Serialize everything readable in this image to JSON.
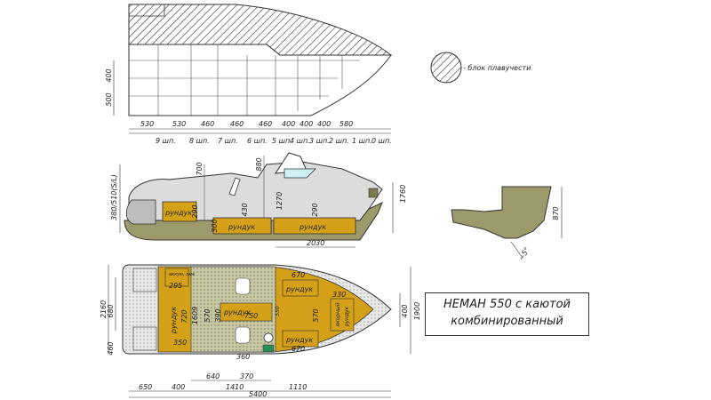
{
  "title": {
    "line1": "НЕМАН 550 с каютой",
    "line2": "комбинированный"
  },
  "legend": {
    "label": "- блок плавучести"
  },
  "top_view": {
    "station_widths": [
      "530",
      "530",
      "460",
      "460",
      "460",
      "400",
      "400",
      "400",
      "580"
    ],
    "stations": [
      "9 шп.",
      "8 шп.",
      "7 шп.",
      "6 шп.",
      "5 шп.",
      "4 шп.",
      "3 шп.",
      "2 шп.",
      "1 шп.",
      "0 шп."
    ],
    "heights": [
      "400",
      "500"
    ]
  },
  "side_view": {
    "dims": [
      "700",
      "880",
      "380/510(S/L)",
      "290",
      "300",
      "430",
      "1270",
      "290",
      "2030",
      "1760"
    ],
    "locker_label": "рундук"
  },
  "transom": {
    "height": "870",
    "angle": "~5°"
  },
  "plan_view": {
    "dims_top": [
      "670",
      "330",
      "295",
      "720",
      "350",
      "1609",
      "570",
      "750",
      "360",
      "390",
      "570",
      "670"
    ],
    "dims_left": [
      "2160",
      "680",
      "460"
    ],
    "dims_right": [
      "400",
      "1900"
    ],
    "dims_bottom_row1": [
      "640",
      "370"
    ],
    "dims_bottom_row2": [
      "650",
      "400",
      "1410",
      "1110"
    ],
    "total_length": "5400",
    "lockers": [
      "рундук",
      "рундук",
      "рундук",
      "рундук",
      "рундук"
    ],
    "anchor_label": "якорный",
    "small_box_label": "аккум. люк",
    "center_label": "550"
  },
  "colors": {
    "hull": "#d9d9d9",
    "ochre": "#d4a017",
    "olive": "#9c9a6a",
    "deck": "#cfcf8f"
  }
}
